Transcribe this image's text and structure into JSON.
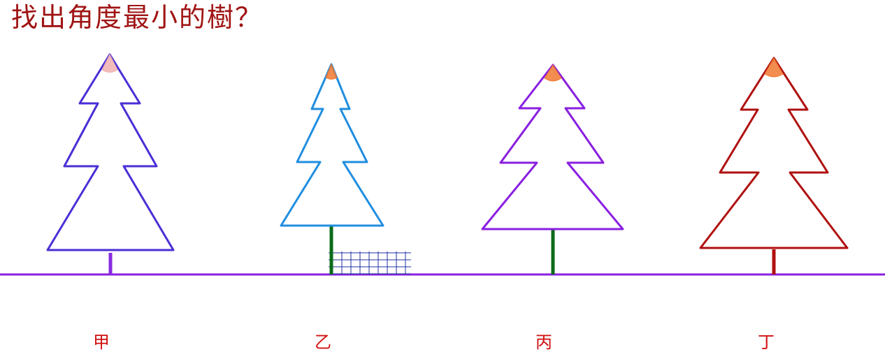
{
  "title": "找出角度最小的樹？",
  "trees": [
    {
      "label": "甲",
      "outline_color": "#4b2fd6",
      "trunk_color": "#8a2be2",
      "apex_marker_color": "#f0b0b0"
    },
    {
      "label": "乙",
      "outline_color": "#1f8ee0",
      "trunk_color": "#0b6b1a",
      "apex_marker_color": "#f07830"
    },
    {
      "label": "丙",
      "outline_color": "#8a1fe0",
      "trunk_color": "#0b6b1a",
      "apex_marker_color": "#f07830"
    },
    {
      "label": "丁",
      "outline_color": "#b01010",
      "trunk_color": "#b01010",
      "apex_marker_color": "#f07830"
    }
  ],
  "colors": {
    "title": "#a01414",
    "label": "#d01010",
    "ground": "#8a1fe0",
    "grid": "#2030a0"
  }
}
